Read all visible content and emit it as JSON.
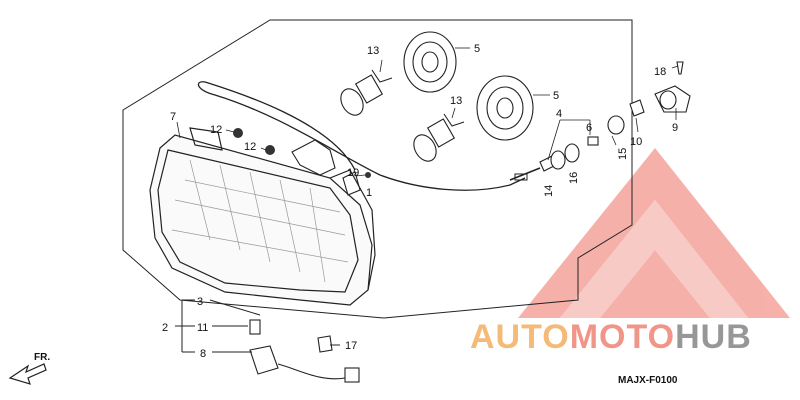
{
  "diagram": {
    "direction_label": "FR.",
    "reference_code": "MAJX-F0100",
    "callouts": [
      "1",
      "2",
      "3",
      "4",
      "5",
      "5",
      "6",
      "7",
      "8",
      "9",
      "10",
      "11",
      "12",
      "12",
      "13",
      "13",
      "14",
      "15",
      "16",
      "17",
      "18",
      "19"
    ]
  },
  "watermark": {
    "part1": "AUTO",
    "part2": "MOTO",
    "part3": "HUB",
    "colors": {
      "orange": "#f4b26a",
      "red": "#f08a7c",
      "gray": "#8c8c8c",
      "triangle": "#f4a39b"
    }
  }
}
